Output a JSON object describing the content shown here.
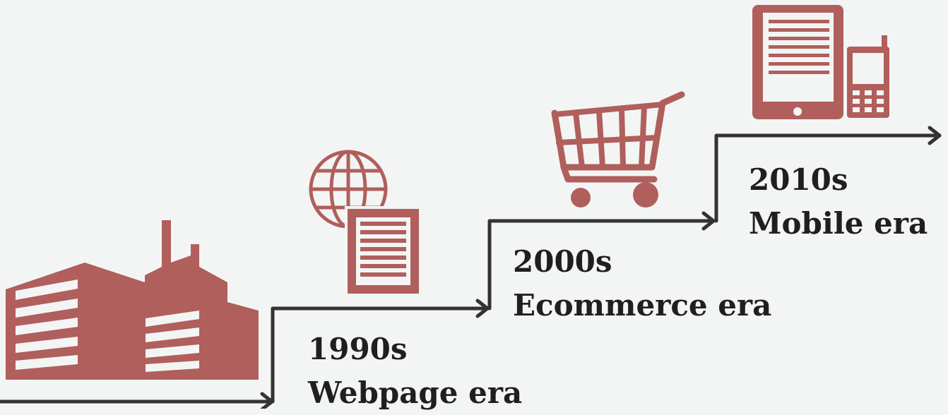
{
  "colors": {
    "background": "#f3f5f4",
    "icon": "#b05f5c",
    "staircase": "#333333",
    "text": "#1f1f1f"
  },
  "icons": [
    "factory-icon",
    "globe-document-icon",
    "shopping-cart-icon",
    "tablet-phone-icon"
  ],
  "eras": [
    {
      "decade": "1990s",
      "name": "Webpage era"
    },
    {
      "decade": "2000s",
      "name": "Ecommerce era"
    },
    {
      "decade": "2010s",
      "name": "Mobile era"
    }
  ]
}
